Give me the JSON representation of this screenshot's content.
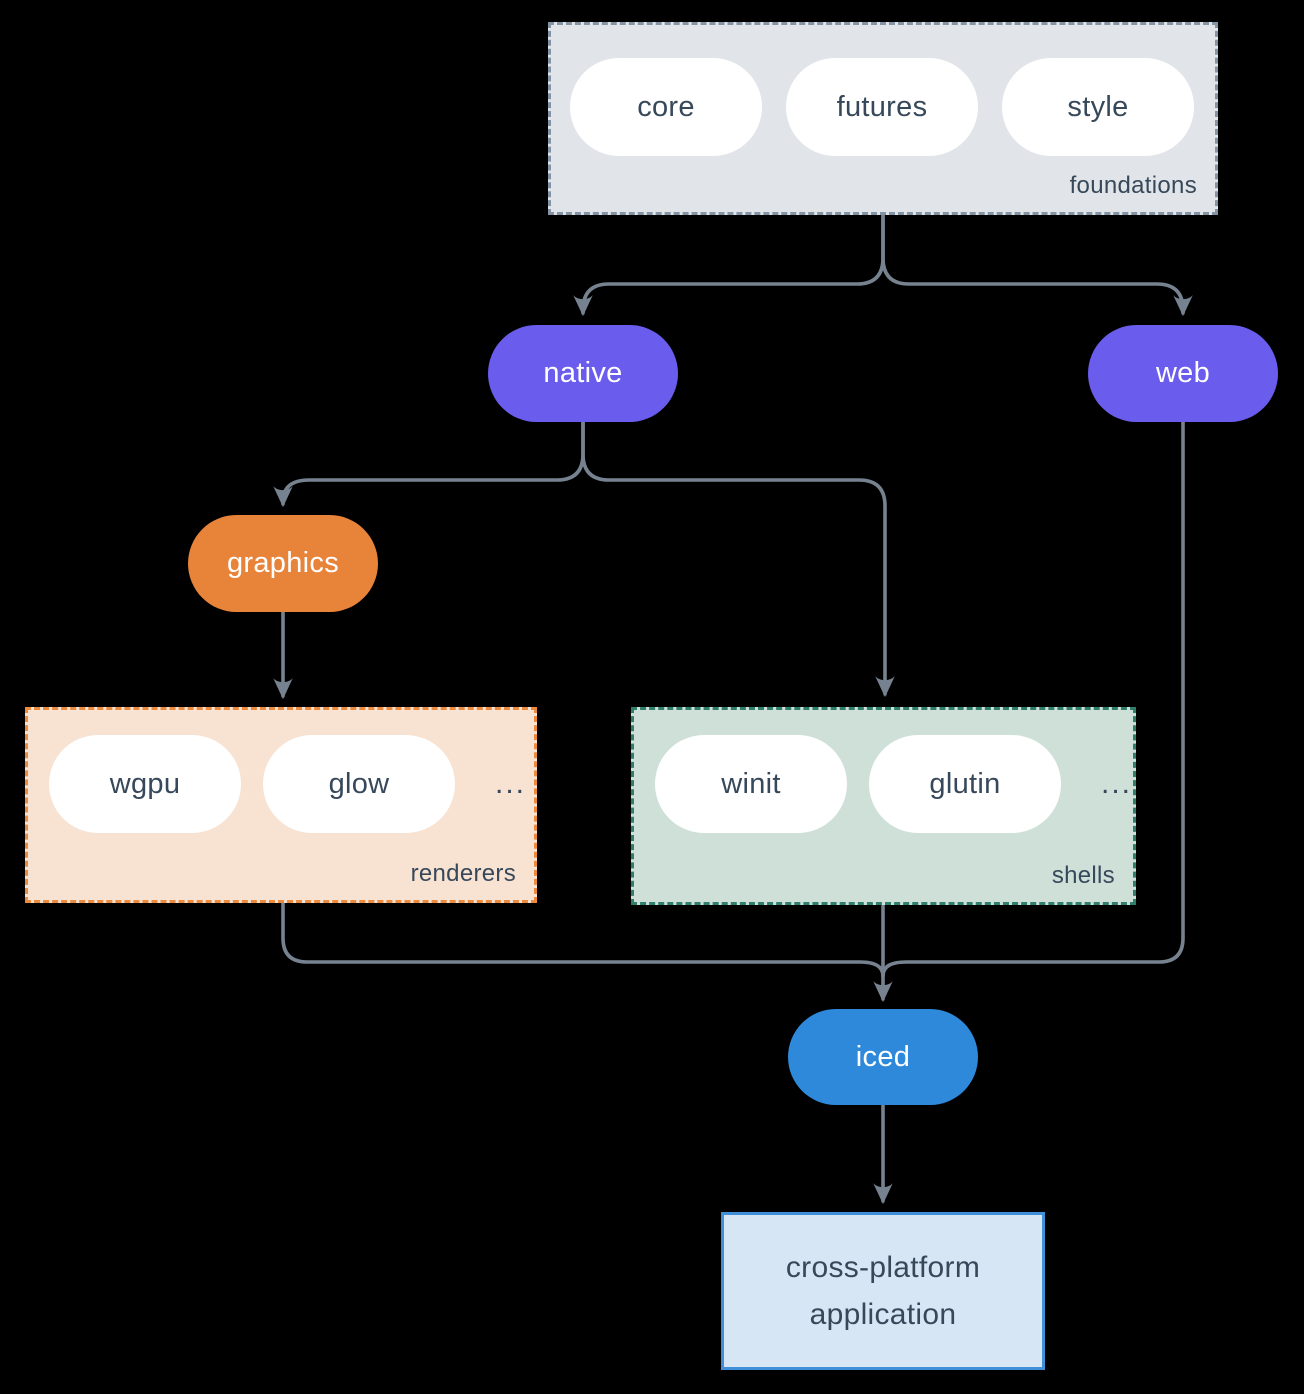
{
  "colors": {
    "background": "#000000",
    "edge": "#76828F",
    "text": "#36485A",
    "purple": "#6A5CEC",
    "orange": "#E8833A",
    "blue": "#2E89DB",
    "white-pill": "#FFFFFF",
    "foundations-fill": "#E1E5E9",
    "foundations-border": "#8494A4",
    "renderers-fill": "#F8E2D2",
    "renderers-border": "#EC8B3E",
    "shells-fill": "#CFE0D9",
    "shells-border": "#2F7F6C",
    "app-fill": "#D7E6F5",
    "app-border": "#3F8FD9"
  },
  "foundations": {
    "label": "foundations",
    "pills": [
      "core",
      "futures",
      "style"
    ]
  },
  "native": {
    "label": "native"
  },
  "web": {
    "label": "web"
  },
  "graphics": {
    "label": "graphics"
  },
  "renderers": {
    "label": "renderers",
    "pills": [
      "wgpu",
      "glow"
    ],
    "ellipsis": "..."
  },
  "shells": {
    "label": "shells",
    "pills": [
      "winit",
      "glutin"
    ],
    "ellipsis": "..."
  },
  "iced": {
    "label": "iced"
  },
  "application": {
    "lines": [
      "cross-platform",
      "application"
    ]
  }
}
